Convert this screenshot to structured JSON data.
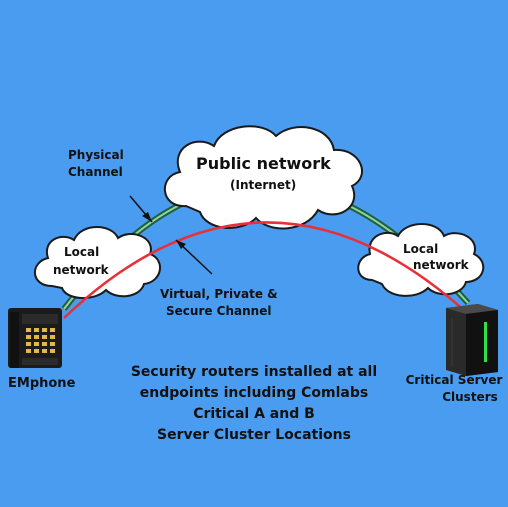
{
  "diagram": {
    "clouds": {
      "public": {
        "title": "Public network",
        "subtitle": "(Internet)"
      },
      "local_left": {
        "line1": "Local",
        "line2": "network"
      },
      "local_right": {
        "line1": "Local",
        "line2": "network"
      }
    },
    "labels": {
      "physical_line1": "Physical",
      "physical_line2": "Channel",
      "virtual_line1": "Virtual, Private &",
      "virtual_line2": "Secure Channel",
      "emphone": "EMphone",
      "server_line1": "Critical Server",
      "server_line2": "Clusters",
      "security_note": [
        "Security routers installed at all",
        "endpoints including Comlabs",
        "Critical A and B",
        "Server Cluster Locations"
      ]
    },
    "colors": {
      "background": "#4a9cf0",
      "secure_channel": "#e8303a",
      "physical_channel": "#2a7a4a",
      "cloud_fill": "#ffffff"
    }
  }
}
